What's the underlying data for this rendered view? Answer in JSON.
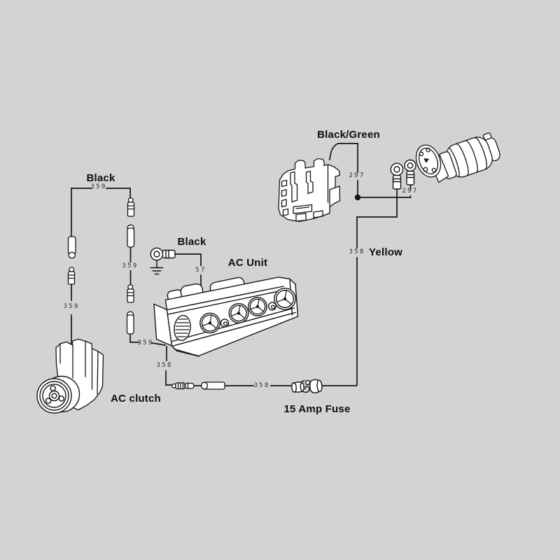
{
  "background_color": "#d3d3d3",
  "line_color": "#161616",
  "labels": {
    "black_top": "Black",
    "black_ground": "Black",
    "black_green": "Black/Green",
    "yellow": "Yellow",
    "ac_unit": "AC Unit",
    "ac_clutch": "AC clutch",
    "fuse": "15 Amp Fuse"
  },
  "wire_numbers": {
    "n359": "359",
    "n358": "358",
    "n297": "297",
    "n57": "57"
  }
}
